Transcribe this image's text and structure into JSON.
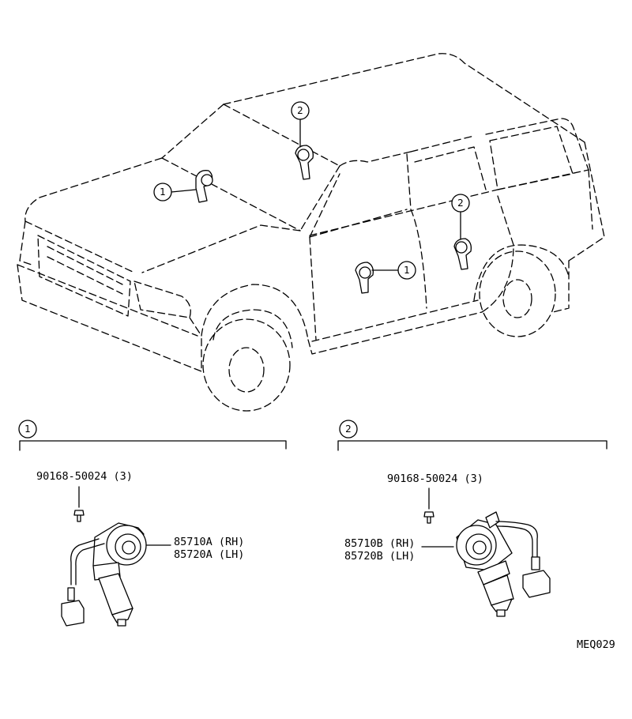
{
  "callouts": {
    "one": "1",
    "two": "2"
  },
  "group_1": {
    "badge": "1",
    "screw_part": "90168-50024 (3)",
    "motor_rh": "85710A (RH)",
    "motor_lh": "85720A (LH)"
  },
  "group_2": {
    "badge": "2",
    "screw_part": "90168-50024 (3)",
    "motor_rh": "85710B (RH)",
    "motor_lh": "85720B (LH)"
  },
  "figure_code": "MEQ029"
}
